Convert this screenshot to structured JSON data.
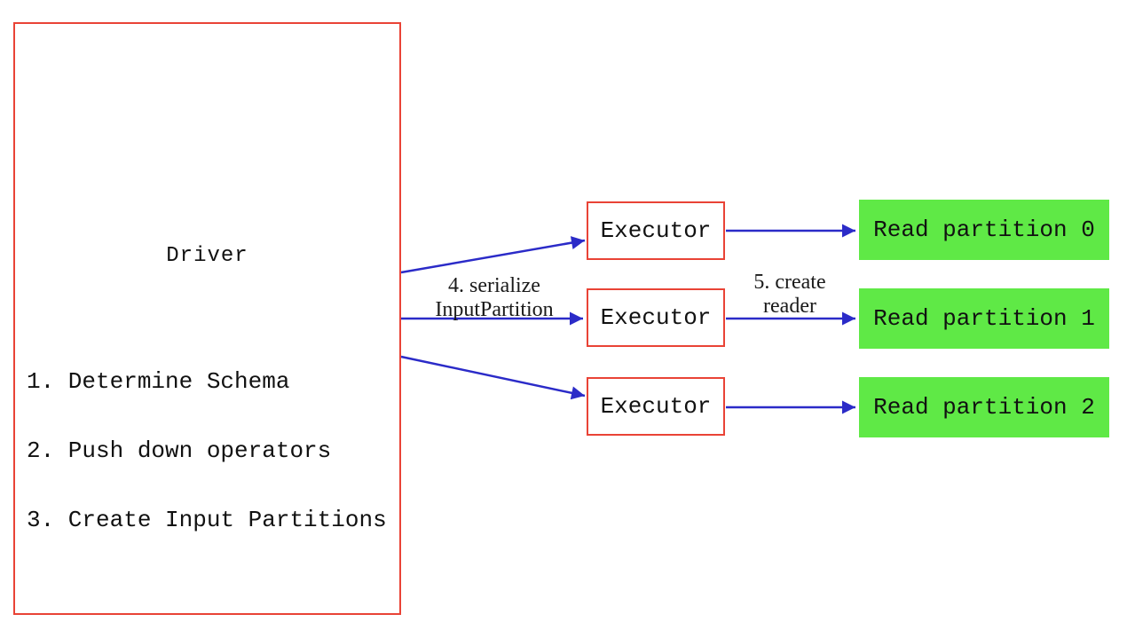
{
  "diagram": {
    "driver": {
      "title": "Driver",
      "steps": [
        "1. Determine Schema",
        "2. Push down operators",
        "3. Create Input Partitions"
      ]
    },
    "executors": [
      {
        "label": "Executor"
      },
      {
        "label": "Executor"
      },
      {
        "label": "Executor"
      }
    ],
    "partitions": [
      {
        "label": "Read partition 0"
      },
      {
        "label": "Read partition 1"
      },
      {
        "label": "Read partition 2"
      }
    ],
    "edge_labels": {
      "serialize": "4. serialize\nInputPartition",
      "create_reader": "5. create\nreader"
    },
    "colors": {
      "box_border": "#e94336",
      "arrow": "#2b2bc8",
      "partition_fill": "#5fe946",
      "text": "#111111"
    }
  }
}
